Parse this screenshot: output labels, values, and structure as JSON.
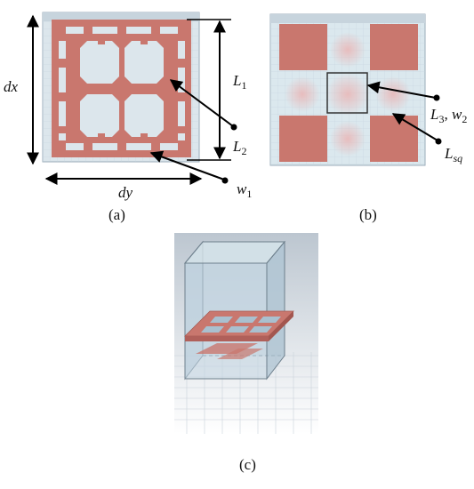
{
  "panels": {
    "a": {
      "caption": "(a)",
      "labels": {
        "dx": "dx",
        "dy": "dy",
        "L1": {
          "base": "L",
          "sub": "1"
        },
        "L2": {
          "base": "L",
          "sub": "2"
        },
        "w1": {
          "base": "w",
          "sub": "1"
        }
      }
    },
    "b": {
      "caption": "(b)",
      "labels": {
        "L3w2": {
          "base1": "L",
          "sub1": "3",
          "sep": ", ",
          "base2": "w",
          "sub2": "2"
        },
        "Lsq": {
          "base": "L",
          "sub": "sq"
        }
      }
    },
    "c": {
      "caption": "(c)"
    }
  },
  "colors": {
    "metal": "#c9776e",
    "metal_dark": "#b0605a",
    "substrate": "#c9dde6",
    "substrate_light": "#dbe8ee",
    "grid_line": "#a8bcc8",
    "frame": "#8a9aa6",
    "arrow": "#000000"
  }
}
